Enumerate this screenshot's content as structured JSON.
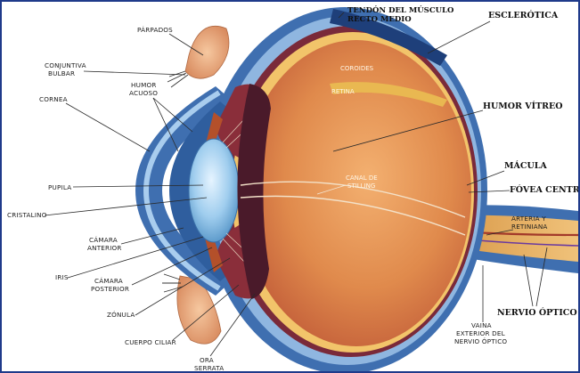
{
  "labels": {
    "parpados": "PÁRPADOS",
    "conjuntiva_1": "CONJUNTIVA",
    "conjuntiva_2": "BULBAR",
    "humor_acuoso_1": "HUMOR",
    "humor_acuoso_2": "ACUOSO",
    "cornea": "CORNEA",
    "pupila": "PUPILA",
    "cristalino": "CRISTALINO",
    "camara_anterior_1": "CÁMARA",
    "camara_anterior_2": "ANTERIOR",
    "iris": "IRIS",
    "camara_posterior_1": "CÁMARA",
    "camara_posterior_2": "POSTERIOR",
    "zonula": "ZÓNULA",
    "cuerpo_ciliar": "CUERPO CILIAR",
    "ora_serrata_1": "ORA",
    "ora_serrata_2": "SERRATA",
    "tendon_1": "TENDÓN DEL MÚSCULO",
    "tendon_2": "RECTO MEDIO",
    "esclerotica": "ESCLERÓTICA",
    "coroides": "COROIDES",
    "retina": "RETINA",
    "humor_vitreo": "HUMOR VÍTREO",
    "canal_1": "CANAL DE",
    "canal_2": "STILLING",
    "macula": "MÁCULA",
    "fovea": "FÓVEA CENTRAL",
    "arteria_1": "ARTERIA Y",
    "arteria_2": "RETINIANA",
    "nervio_optico": "NERVIO ÓPTICO",
    "vaina_1": "VAINA",
    "vaina_2": "EXTERIOR DEL",
    "vaina_3": "NERVIO ÓPTICO"
  },
  "colors": {
    "frame": "#1f3a8a",
    "sclera_outer": "#3f6fb0",
    "sclera_mid": "#8fb6e0",
    "choroid": "#7a2a3a",
    "vitreous": "#d9824a",
    "lens": "#8ec3e8",
    "retina": "#f2c46a",
    "nerve": "#e7b25c"
  }
}
